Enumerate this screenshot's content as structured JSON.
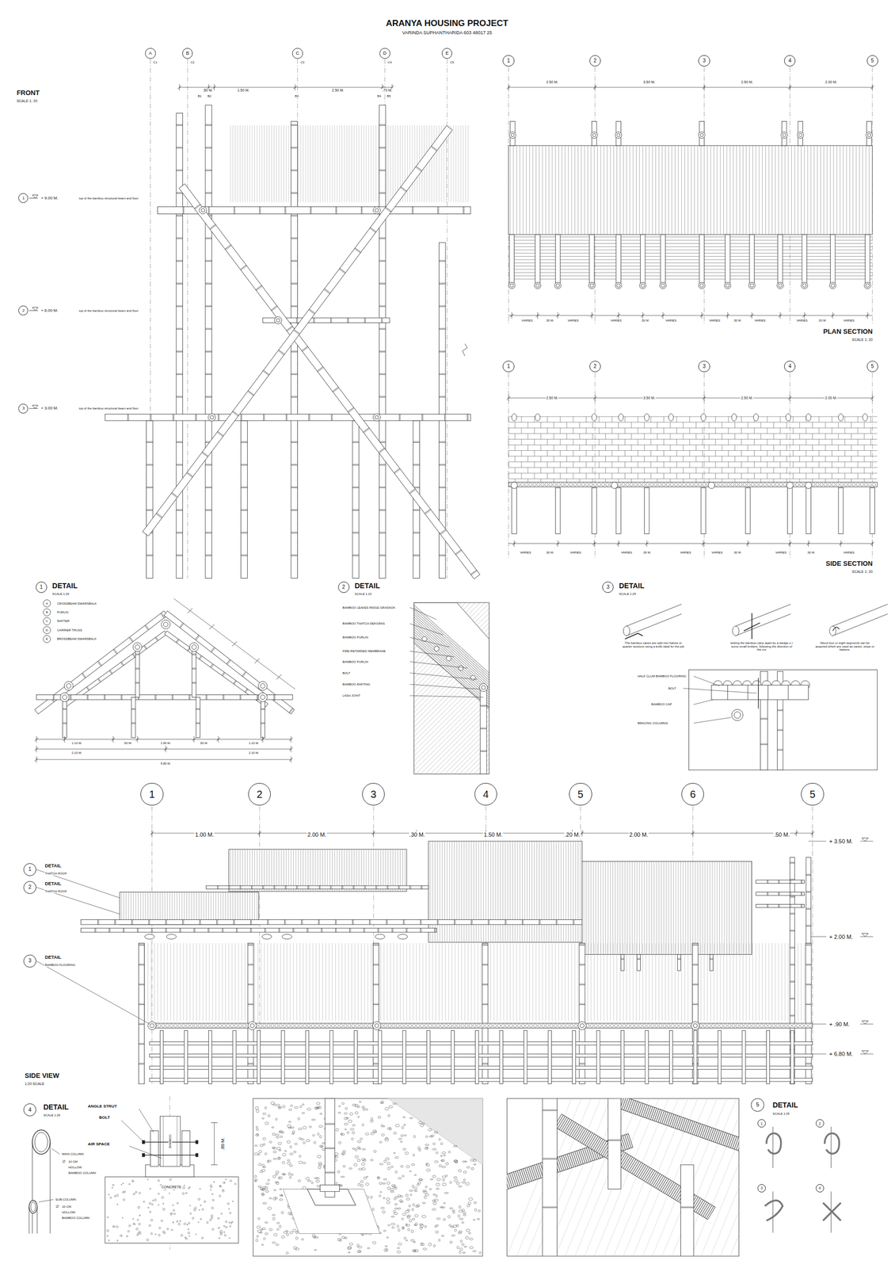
{
  "diagram": {
    "title": "ARANYA HOUSING PROJECT",
    "nodes": [
      {
        "text": [
          "A"
        ]
      },
      {
        "text": [
          "B"
        ]
      },
      {
        "text": [
          "C"
        ]
      },
      {
        "text": [
          "D"
        ]
      },
      {
        "text": [
          "E"
        ]
      },
      {
        "text": [
          "1"
        ]
      },
      {
        "text": [
          "2"
        ]
      },
      {
        "text": [
          "3"
        ]
      },
      {
        "text": [
          "4"
        ]
      },
      {
        "text": [
          "5"
        ]
      },
      {
        "text": [
          "1"
        ]
      },
      {
        "text": [
          "2"
        ]
      },
      {
        "text": [
          "1"
        ]
      },
      {
        "text": [
          "2"
        ]
      },
      {
        "text": [
          "3"
        ]
      },
      {
        "text": [
          "4"
        ]
      },
      {
        "text": [
          "5"
        ]
      },
      {
        "text": [
          "3"
        ]
      },
      {
        "text": [
          "1"
        ]
      },
      {
        "text": [
          "2"
        ]
      },
      {
        "text": [
          "3"
        ]
      },
      {
        "text": [
          "1"
        ]
      },
      {
        "text": [
          "2"
        ]
      },
      {
        "text": [
          "3"
        ]
      },
      {
        "text": [
          "4"
        ]
      },
      {
        "text": [
          "5"
        ]
      },
      {
        "text": [
          "6"
        ]
      },
      {
        "text": [
          "5"
        ]
      },
      {
        "text": [
          "1"
        ]
      },
      {
        "text": [
          "2"
        ]
      },
      {
        "text": [
          "3"
        ]
      },
      {
        "text": [
          "4"
        ]
      },
      {
        "text": [
          "5"
        ]
      },
      {
        "text": [
          "1"
        ]
      },
      {
        "text": [
          "2"
        ]
      },
      {
        "text": [
          "3"
        ]
      },
      {
        "text": [
          "4"
        ]
      }
    ],
    "labels": [
      "VARINDA SUPHANTHARIDA 603 48017 25",
      "FRONT",
      "SCALE 1: 20",
      "C1",
      "C2",
      "C3",
      "C4",
      "C5",
      ".50 M.",
      "1.50 M.",
      "2.50 M.",
      ".70 M.",
      "B1",
      "B2",
      "B3",
      "B4",
      "B5",
      "+ 9.00 M.",
      "top of the bamboo structural beam and floor",
      "+ 6.00 M.",
      "top of the bamboo structural beam and floor",
      "+ 3.00 M.",
      "top of the bamboo structural beam and floor",
      "2.50 M.",
      "3.50 M.",
      "2.50 M.",
      "2.00 M.",
      "VARIES",
      ".30 M.",
      "VARIES",
      "VARIES",
      ".30 M.",
      "VARIES",
      "VARIES",
      ".30 M.",
      "VARIES",
      "VARIES",
      ".30 M.",
      "VARIES",
      "PLAN SECTION",
      "SCALE 1: 20",
      "2.50 M.",
      "3.50 M.",
      "2.50 M.",
      "2.00 M.",
      "VARIES",
      ".30 M.",
      "VARIES",
      "VARIES",
      ".30 M.",
      "VARIES",
      "VARIES",
      ".30 M.",
      "VARIES",
      ".30 M.",
      "VARIES",
      "SIDE SECTION",
      "SCALE 1: 20",
      "DETAIL",
      "SCALE 1:20",
      "A",
      "CROSSBEAM DWARSBALK",
      "B",
      "PURLIN",
      "C",
      "RAFTER",
      "D",
      "CARRIER TRUSS",
      "E",
      "BROSSBEAM DWARSBALK",
      "1.10 M.",
      ".50 M.",
      "1.50 M.",
      ".50 M.",
      "1.10 M.",
      "2.10 M.",
      "2.10 M.",
      "5.80 M.",
      "DETAIL",
      "SCALE 1:10",
      "BAMBOO LEAVES RIDGE GRASNOK",
      "BAMBOO THATCH DEKGRAS",
      "BAMBOO PURLIN",
      "FIRE-RETARDED MEMBRANE",
      "BAMBOO PURLIN",
      "BOLT",
      "BAMBOO RAFTING",
      "LASH JOINT",
      "DETAIL",
      "SCALE 1:25",
      "The bamboo canes are split into halves or quarter sections using a knife ideal for the job",
      "setting the bamboo cane apart by a wedge o r some small timbers, following the direction of the cut",
      "About four or eight segments can be acquired which are used as canes, strips or battens.",
      "HALF CLUM BAMBOO FLOORING",
      "BOLT",
      "BAMBOO CAP",
      "BRACING COLUMNS",
      "1.00 M.",
      "2.00 M.",
      ".30 M.",
      "1.50 M.",
      ".20 M.",
      "2.00 M.",
      ".50 M.",
      "+ 3.50 M.",
      "+ 2.00 M.",
      "+ .90 M.",
      "+ 6.80 M.",
      "DETAIL",
      "THATCH ROOF",
      "DETAIL",
      "THATCH ROOF",
      "DETAIL",
      "BAMBOO FLOORING",
      "SIDE VIEW",
      "1:20 SCALE",
      "DETAIL",
      "SCALE 1:25",
      "ANGLE STRUT",
      "BOLT",
      "AIR SPACE",
      "BAMBOO",
      ".80 M.",
      "CONCRETE",
      "MAIN COLUMN",
      "∅",
      "10 CM.",
      "HOLLOW",
      "BAMBOO COLUMN",
      "SUB-COLUMN",
      "∅",
      "10 CM.",
      "HOLLOW",
      "BAMBOO COLUMN",
      "DETAIL",
      "SCALE 1:25"
    ]
  }
}
